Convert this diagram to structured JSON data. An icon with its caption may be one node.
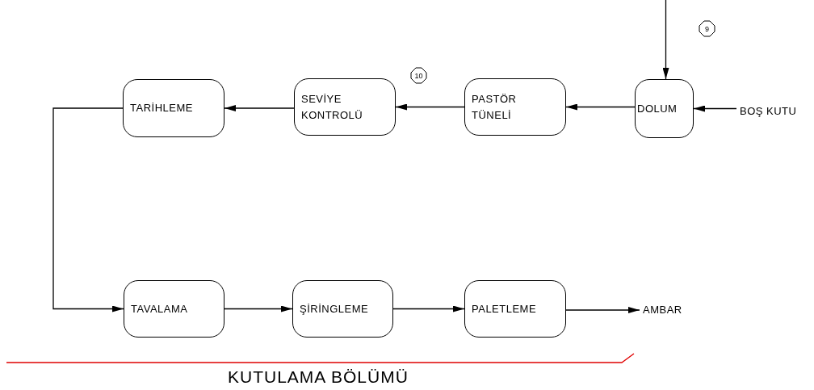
{
  "diagram": {
    "caption": "KUTULAMA BÖLÜMÜ",
    "nodes": [
      {
        "text": [
          "TARİHLEME"
        ]
      },
      {
        "text": [
          "SEVİYE KONTROLÜ"
        ]
      },
      {
        "text": [
          "PASTÖR TÜNELİ"
        ]
      },
      {
        "text": [
          "DOLUM"
        ]
      },
      {
        "text": [
          "BOŞ KUTU"
        ]
      },
      {
        "text": [
          "TAVALAMA"
        ]
      },
      {
        "text": [
          "ŞİRİNGLEME"
        ]
      },
      {
        "text": [
          "PALETLEME"
        ]
      },
      {
        "text": [
          "AMBAR"
        ]
      }
    ],
    "edges": [
      {
        "from": null,
        "to": 3,
        "arrow": "to"
      },
      {
        "from": 4,
        "to": 3,
        "arrow": "to"
      },
      {
        "from": 3,
        "to": 2,
        "arrow": "to"
      },
      {
        "from": 2,
        "to": 1,
        "arrow": "to"
      },
      {
        "from": 1,
        "to": 0,
        "arrow": "to"
      },
      {
        "from": 0,
        "to": 5,
        "arrow": "to"
      },
      {
        "from": 5,
        "to": 6,
        "arrow": "to"
      },
      {
        "from": 6,
        "to": 7,
        "arrow": "to"
      },
      {
        "from": 7,
        "to": 8,
        "arrow": "to"
      }
    ],
    "labels": [
      "9",
      "10"
    ]
  }
}
